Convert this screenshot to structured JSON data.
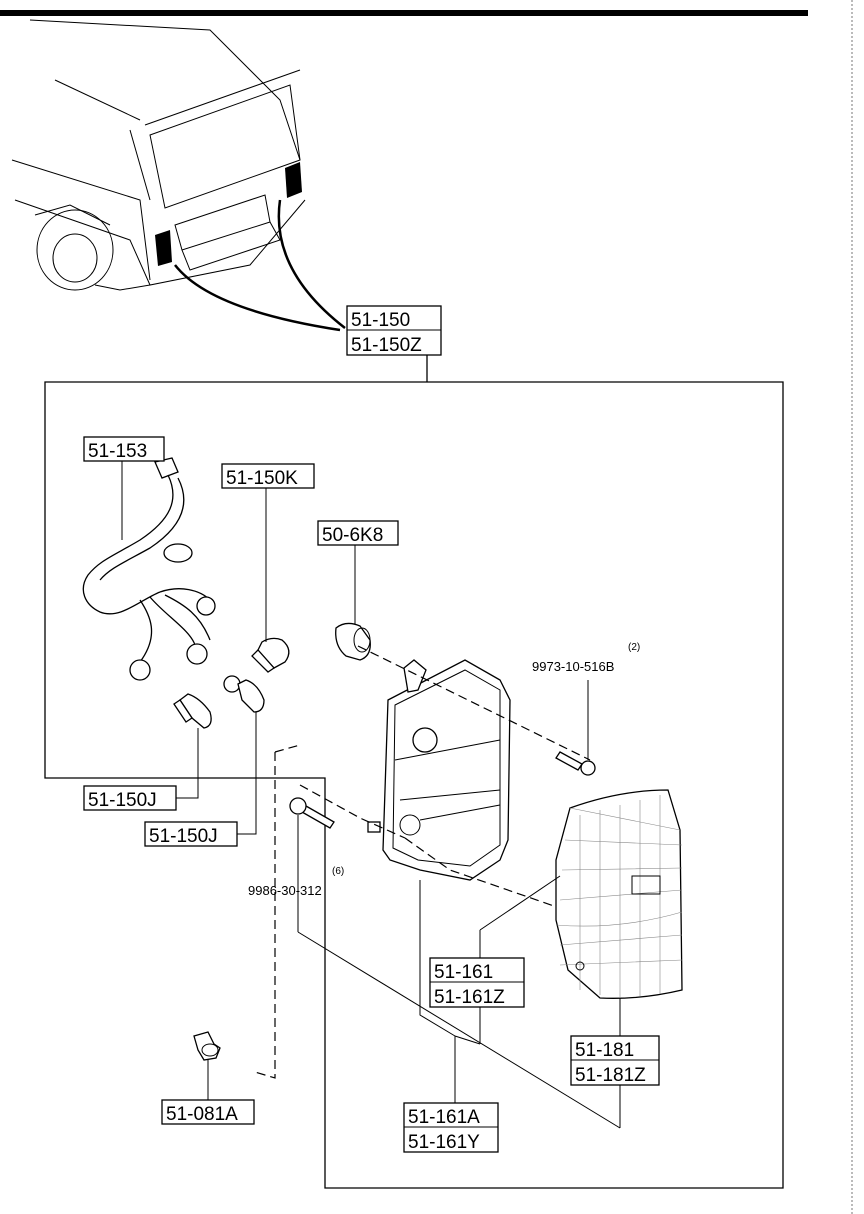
{
  "assembly": {
    "part_no": "51-150",
    "part_no_alt": "51-150Z"
  },
  "parts": {
    "wiring_harness": {
      "part_no": "51-153"
    },
    "bulb_a": {
      "part_no": "51-150K"
    },
    "bulb_b": {
      "part_no": "51-150J"
    },
    "bulb_c": {
      "part_no": "51-150J"
    },
    "grommet": {
      "part_no": "50-6K8"
    },
    "screw_upper": {
      "part_no": "9973-10-516B",
      "qty": "(2)"
    },
    "screw_lower": {
      "part_no": "9986-30-312",
      "qty": "(6)"
    },
    "housing_gasket": {
      "part_no": "51-161",
      "part_no_alt": "51-161Z"
    },
    "lens": {
      "part_no": "51-181",
      "part_no_alt": "51-181Z"
    },
    "housing_assembly": {
      "part_no": "51-161A",
      "part_no_alt": "51-161Y"
    },
    "clip": {
      "part_no": "51-081A"
    }
  }
}
